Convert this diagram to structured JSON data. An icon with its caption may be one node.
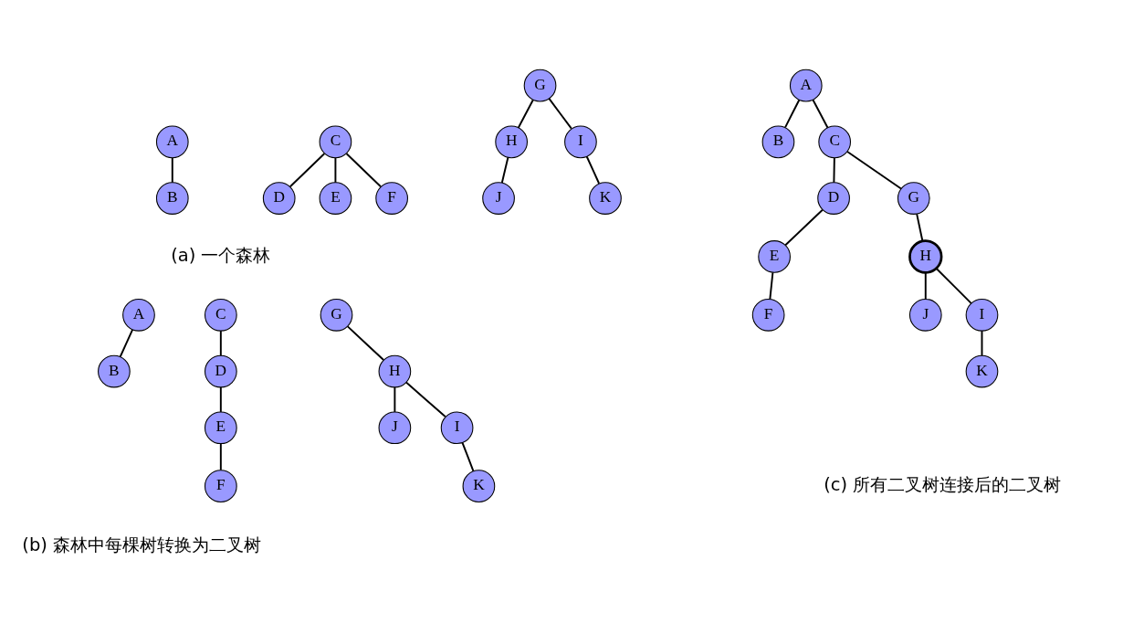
{
  "diagram": {
    "nodes": [
      {
        "text": [
          "A"
        ]
      },
      {
        "text": [
          "B"
        ]
      },
      {
        "text": [
          "C"
        ]
      },
      {
        "text": [
          "D"
        ]
      },
      {
        "text": [
          "E"
        ]
      },
      {
        "text": [
          "F"
        ]
      },
      {
        "text": [
          "G"
        ]
      },
      {
        "text": [
          "H"
        ]
      },
      {
        "text": [
          "I"
        ]
      },
      {
        "text": [
          "J"
        ]
      },
      {
        "text": [
          "K"
        ]
      },
      {
        "text": [
          "A"
        ]
      },
      {
        "text": [
          "B"
        ]
      },
      {
        "text": [
          "C"
        ]
      },
      {
        "text": [
          "D"
        ]
      },
      {
        "text": [
          "E"
        ]
      },
      {
        "text": [
          "F"
        ]
      },
      {
        "text": [
          "G"
        ]
      },
      {
        "text": [
          "H"
        ]
      },
      {
        "text": [
          "J"
        ]
      },
      {
        "text": [
          "I"
        ]
      },
      {
        "text": [
          "K"
        ]
      },
      {
        "text": [
          "A"
        ]
      },
      {
        "text": [
          "B"
        ]
      },
      {
        "text": [
          "C"
        ]
      },
      {
        "text": [
          "D"
        ]
      },
      {
        "text": [
          "G"
        ]
      },
      {
        "text": [
          "E"
        ]
      },
      {
        "text": [
          "H"
        ]
      },
      {
        "text": [
          "F"
        ]
      },
      {
        "text": [
          "J"
        ]
      },
      {
        "text": [
          "I"
        ]
      },
      {
        "text": [
          "K"
        ]
      }
    ],
    "edges": [
      {
        "from": 0,
        "to": 1,
        "arrow": "none"
      },
      {
        "from": 2,
        "to": 3,
        "arrow": "none"
      },
      {
        "from": 2,
        "to": 4,
        "arrow": "none"
      },
      {
        "from": 2,
        "to": 5,
        "arrow": "none"
      },
      {
        "from": 6,
        "to": 7,
        "arrow": "none"
      },
      {
        "from": 6,
        "to": 8,
        "arrow": "none"
      },
      {
        "from": 7,
        "to": 9,
        "arrow": "none"
      },
      {
        "from": 8,
        "to": 10,
        "arrow": "none"
      },
      {
        "from": 11,
        "to": 12,
        "arrow": "none"
      },
      {
        "from": 13,
        "to": 14,
        "arrow": "none"
      },
      {
        "from": 14,
        "to": 15,
        "arrow": "none"
      },
      {
        "from": 15,
        "to": 16,
        "arrow": "none"
      },
      {
        "from": 17,
        "to": 18,
        "arrow": "none"
      },
      {
        "from": 18,
        "to": 19,
        "arrow": "none"
      },
      {
        "from": 18,
        "to": 20,
        "arrow": "none"
      },
      {
        "from": 20,
        "to": 21,
        "arrow": "none"
      },
      {
        "from": 22,
        "to": 23,
        "arrow": "none"
      },
      {
        "from": 22,
        "to": 24,
        "arrow": "none"
      },
      {
        "from": 24,
        "to": 25,
        "arrow": "none"
      },
      {
        "from": 24,
        "to": 26,
        "arrow": "none"
      },
      {
        "from": 25,
        "to": 27,
        "arrow": "none"
      },
      {
        "from": 27,
        "to": 29,
        "arrow": "none"
      },
      {
        "from": 26,
        "to": 28,
        "arrow": "none"
      },
      {
        "from": 28,
        "to": 30,
        "arrow": "none"
      },
      {
        "from": 28,
        "to": 31,
        "arrow": "none"
      },
      {
        "from": 31,
        "to": 32,
        "arrow": "none"
      }
    ],
    "labels": [
      "(a) 一个森林",
      "(b) 森林中每棵树转换为二叉树",
      "(c) 所有二叉树连接后的二叉树"
    ]
  }
}
